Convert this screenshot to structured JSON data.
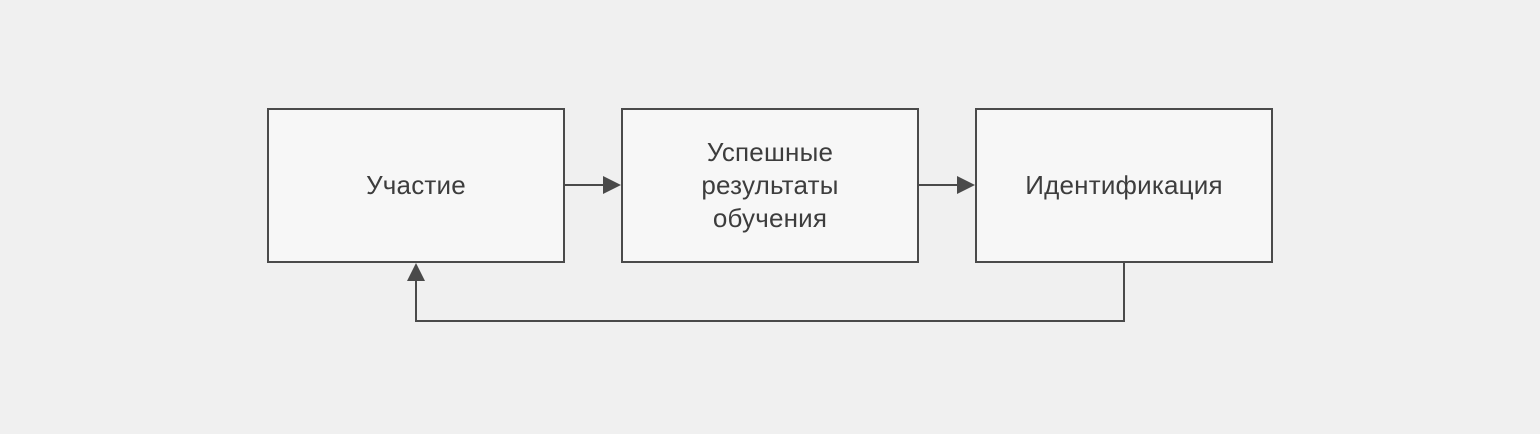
{
  "diagram": {
    "nodes": [
      {
        "id": "participation",
        "label": "Участие"
      },
      {
        "id": "learning-results",
        "label": "Успешные\nрезультаты\nобучения"
      },
      {
        "id": "identification",
        "label": "Идентификация"
      }
    ],
    "edges": [
      {
        "from": "participation",
        "to": "learning-results"
      },
      {
        "from": "learning-results",
        "to": "identification"
      },
      {
        "from": "identification",
        "to": "participation"
      }
    ],
    "colors": {
      "background": "#f0f0f0",
      "box_fill": "#f7f7f7",
      "stroke": "#4a4a4a",
      "text": "#3d3d3d"
    }
  }
}
